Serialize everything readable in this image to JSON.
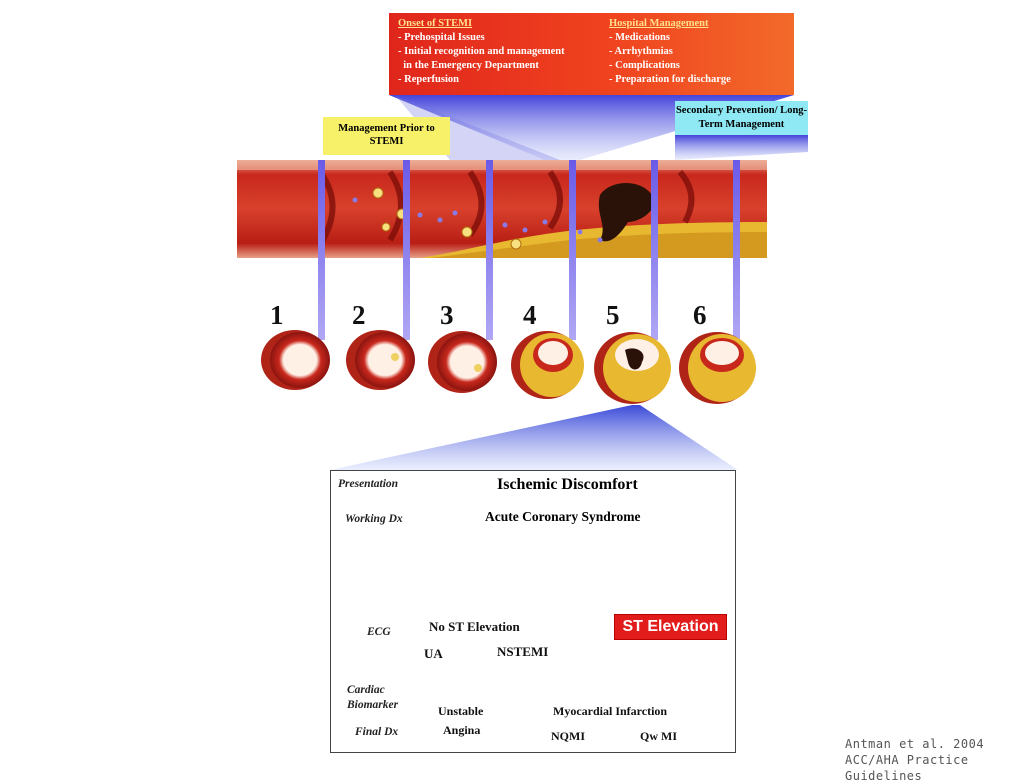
{
  "banner": {
    "left_title": "Onset of STEMI",
    "left_items": [
      "- Prehospital Issues",
      "- Initial recognition and management",
      "  in the Emergency Department",
      "- Reperfusion"
    ],
    "right_title": "Hospital Management",
    "right_items": [
      "- Medications",
      "- Arrhythmias",
      "- Complications",
      "- Preparation for discharge"
    ]
  },
  "callouts": {
    "management_prior": "Management Prior to STEMI",
    "secondary": "Secondary Prevention/ Long-Term Management"
  },
  "stages": [
    "1",
    "2",
    "3",
    "4",
    "5",
    "6"
  ],
  "panel": {
    "title": "Ischemic Discomfort",
    "subtitle": "Acute Coronary Syndrome",
    "flow": [
      "Presentation",
      "Working Dx",
      "ECG",
      "Cardiac Biomarker",
      "Final Dx"
    ],
    "no_st": "No ST Elevation",
    "st": "ST Elevation",
    "ua": "UA",
    "nstemi": "NSTEMI",
    "unstable": "Unstable",
    "angina": "Angina",
    "mi": "Myocardial Infarction",
    "nqmi": "NQMI",
    "qwmi": "Qw MI"
  },
  "footnote": [
    "Antman et al. 2004",
    "ACC/AHA Practice Guidelines"
  ],
  "colors": {
    "banner_red": "#e0261c",
    "callout_yellow": "#f7f16a",
    "callout_cyan": "#8fe9f4",
    "vessel": "#c8281c",
    "plaque": "#e8b830",
    "connector": "#5a4fd8"
  }
}
